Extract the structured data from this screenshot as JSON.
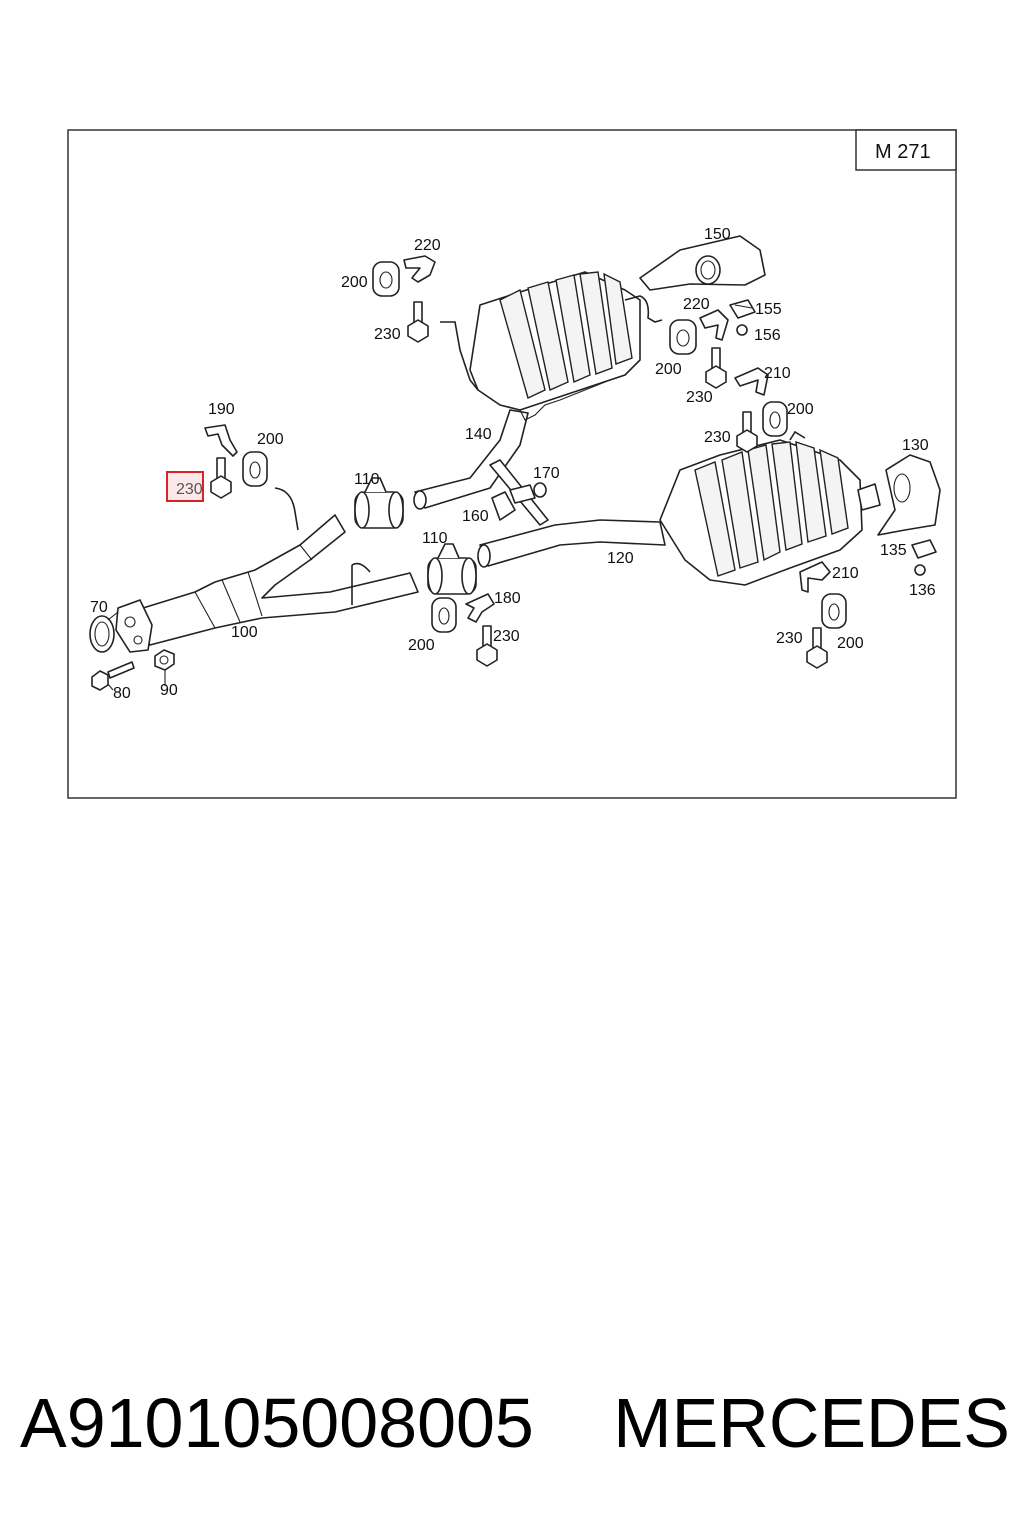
{
  "diagram": {
    "engine_tag": "M 271",
    "callouts": {
      "l70": "70",
      "l80": "80",
      "l90": "90",
      "l100": "100",
      "l110a": "110",
      "l110b": "110",
      "l120": "120",
      "l130": "130",
      "l135": "135",
      "l136": "136",
      "l140": "140",
      "l150": "150",
      "l155": "155",
      "l156": "156",
      "l160": "160",
      "l170": "170",
      "l180": "180",
      "l190": "190",
      "l200a": "200",
      "l200b": "200",
      "l200c": "200",
      "l200d": "200",
      "l200e": "200",
      "l200f": "200",
      "l210a": "210",
      "l210b": "210",
      "l220a": "220",
      "l220b": "220",
      "l230_highlight": "230",
      "l230a": "230",
      "l230b": "230",
      "l230c": "230",
      "l230d": "230",
      "l230e": "230"
    },
    "highlighted_callout": "230",
    "highlight_color": "#d8232a"
  },
  "caption": {
    "part_number": "A910105008005",
    "brand": "MERCEDES"
  }
}
